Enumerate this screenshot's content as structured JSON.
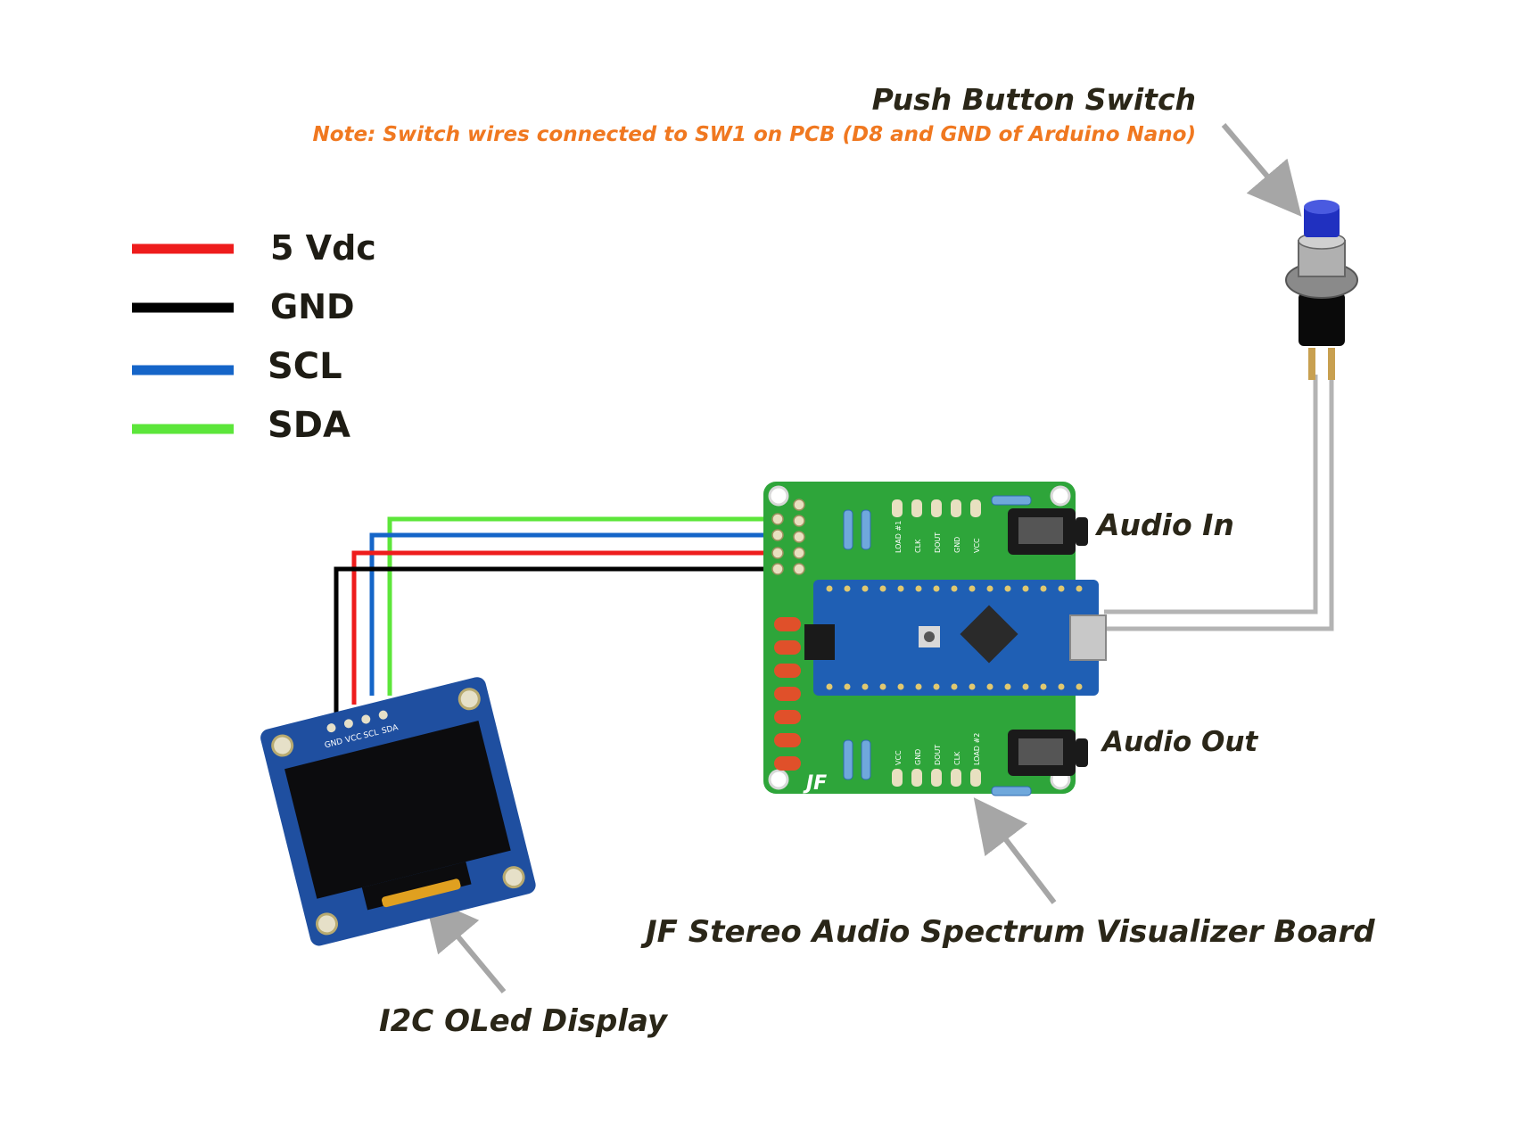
{
  "legend": {
    "items": [
      {
        "label": "5 Vdc",
        "color": "#ee1c1c"
      },
      {
        "label": "GND",
        "color": "#000000"
      },
      {
        "label": "SCL",
        "color": "#1565c8"
      },
      {
        "label": "SDA",
        "color": "#5ce63a"
      }
    ]
  },
  "labels": {
    "push_button": "Push Button Switch",
    "note": "Note: Switch wires connected to SW1 on PCB (D8 and GND of Arduino Nano)",
    "audio_in": "Audio In",
    "audio_out": "Audio Out",
    "board": "JF Stereo Audio Spectrum Visualizer Board",
    "oled": "I2C OLed Display"
  },
  "oled_pins": [
    "GND",
    "VCC",
    "SCL",
    "SDA"
  ],
  "pcb": {
    "logo": "JF",
    "header_j3": [
      "LOAD #1",
      "CLK",
      "DOUT",
      "GND",
      "VCC"
    ],
    "header_j4": [
      "VCC",
      "GND",
      "DOUT",
      "CLK",
      "LOAD #2"
    ]
  },
  "colors": {
    "note": "#f07820",
    "pcb_green": "#2ea53a",
    "nano_blue": "#1f5fb4",
    "arrow_gray": "#a6a6a6",
    "switch_wire": "#b4b4b4",
    "button_cap": "#2030c0"
  }
}
